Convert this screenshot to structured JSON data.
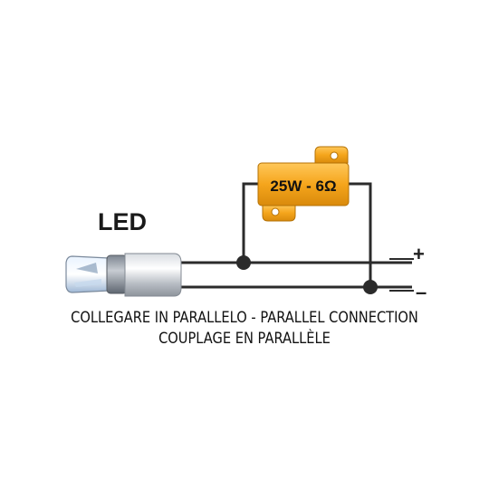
{
  "diagram": {
    "led_label": "LED",
    "resistor_label": "25W - 6Ω",
    "plus_sign": "+",
    "minus_sign": "–",
    "caption_line1": "COLLEGARE IN PARALLELO - PARALLEL CONNECTION",
    "caption_line2": "COUPLAGE EN PARALLÈLE"
  },
  "colors": {
    "wire": "#2b2b2b",
    "resistor_body": "#f5a51c",
    "resistor_text": "#111111"
  }
}
